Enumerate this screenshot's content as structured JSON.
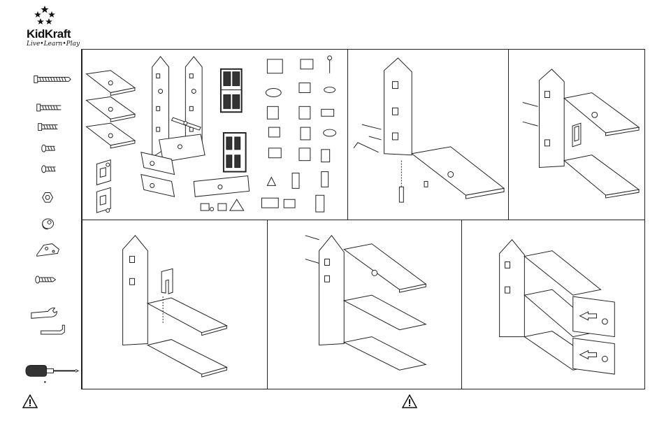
{
  "brand": {
    "name": "KidKraft",
    "tagline": "Live•Learn•Play"
  },
  "hardware_icons": [
    "long-bolt-icon",
    "medium-bolt-icon",
    "short-bolt-icon",
    "small-screw-icon",
    "cam-screw-icon",
    "nut-icon",
    "cam-lock-icon",
    "bracket-icon",
    "wood-screw-icon",
    "wrench-icon",
    "allen-key-icon",
    "screwdriver-icon"
  ],
  "steps": [
    {
      "id": "parts",
      "description": "parts-overview"
    },
    {
      "id": "step-1"
    },
    {
      "id": "step-2"
    },
    {
      "id": "step-3"
    },
    {
      "id": "step-4"
    },
    {
      "id": "step-5"
    }
  ],
  "colors": {
    "line": "#222222",
    "fill": "#ffffff",
    "dark": "#333333"
  },
  "warnings": [
    {
      "symbol": "!"
    },
    {
      "symbol": "!"
    }
  ]
}
